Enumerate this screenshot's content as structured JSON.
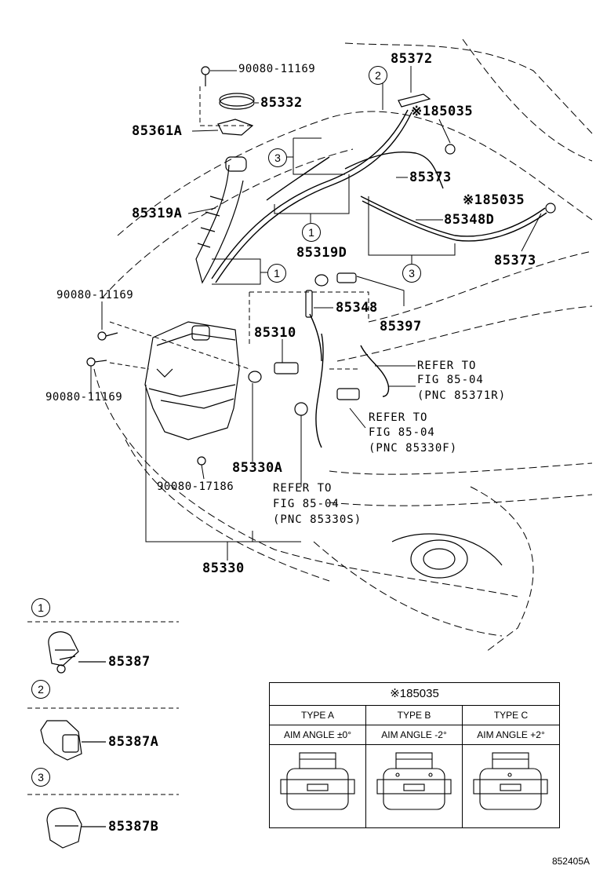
{
  "parts": {
    "p90080_11169_top": "90080-11169",
    "p85332": "85332",
    "p85361A": "85361A",
    "p85372": "85372",
    "p185035_a": "※185035",
    "p85373_a": "85373",
    "p85319A": "85319A",
    "p185035_b": "※185035",
    "p85348D": "85348D",
    "p85373_b": "85373",
    "p85319D": "85319D",
    "p90080_11169_mid": "90080-11169",
    "p85348": "85348",
    "p85397": "85397",
    "p85310": "85310",
    "p90080_11169_low": "90080-11169",
    "p85330A": "85330A",
    "p90080_17186": "90080-17186",
    "p85330": "85330",
    "p85387": "85387",
    "p85387A": "85387A",
    "p85387B": "85387B"
  },
  "refs": {
    "ref1": [
      "REFER TO",
      "FIG 85-04",
      "(PNC 85371R)"
    ],
    "ref2": [
      "REFER TO",
      "FIG 85-04",
      "(PNC 85330F)"
    ],
    "ref3": [
      "REFER TO",
      "FIG 85-04",
      "(PNC 85330S)"
    ]
  },
  "callouts": [
    "1",
    "2",
    "3"
  ],
  "table": {
    "title": "※185035",
    "types": [
      "TYPE A",
      "TYPE B",
      "TYPE C"
    ],
    "angles": [
      "AIM ANGLE ±0°",
      "AIM ANGLE -2°",
      "AIM ANGLE +2°"
    ]
  },
  "footer": "852405A"
}
